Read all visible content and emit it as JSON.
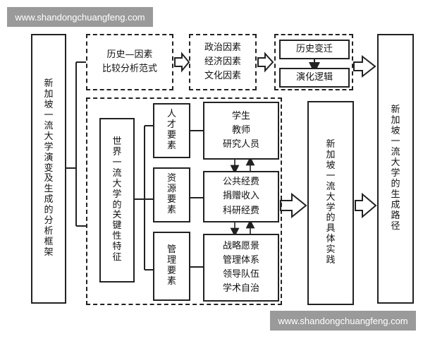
{
  "watermark_top": "www.shandongchuangfeng.com",
  "watermark_bottom": "www.shandongchuangfeng.com",
  "left_box": "新加坡一流大学演变及生成的分析框架",
  "top_row": {
    "box1_lines": [
      "历史—因素",
      "比较分析范式"
    ],
    "box2_lines": [
      "政治因素",
      "经济因素",
      "文化因素"
    ],
    "box3_top": "历史变迁",
    "box3_bottom": "演化逻辑"
  },
  "world_class_box": "世界一流大学的关键性特征",
  "elements": [
    {
      "title": "人才要素",
      "items": [
        "学生",
        "教师",
        "研究人员"
      ]
    },
    {
      "title": "资源要素",
      "items": [
        "公共经费",
        "捐赠收入",
        "科研经费"
      ]
    },
    {
      "title": "管理要素",
      "items": [
        "战略愿景",
        "管理体系",
        "领导队伍",
        "学术自治"
      ]
    }
  ],
  "practice_box": "新加坡一流大学的具体实践",
  "path_box": "新加坡一流大学的生成路径"
}
